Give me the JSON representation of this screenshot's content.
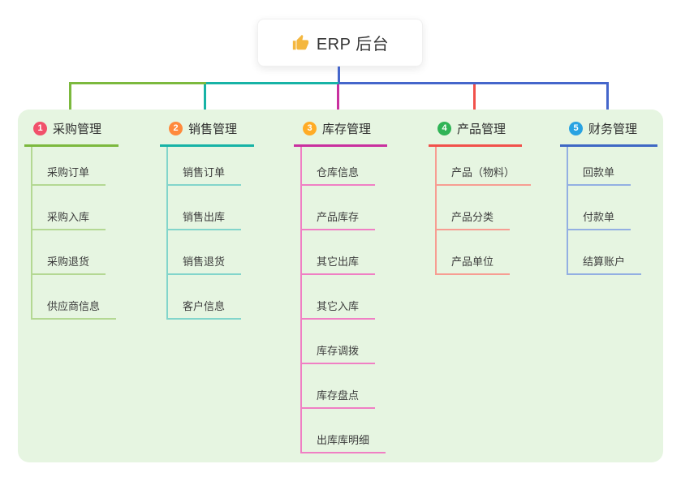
{
  "root": {
    "title": "ERP 后台",
    "icon": "thumbs-up-icon",
    "icon_color": "#f4b73f"
  },
  "colors": {
    "green": "#7cb93e",
    "teal": "#17b3a6",
    "blue": "#4566cb",
    "magenta": "#c9309f",
    "red": "#f1514b"
  },
  "branches": [
    {
      "index": "1",
      "label": "采购管理",
      "badge_color": "#f1516b",
      "line_color": "#7cb93e",
      "child_line_color": "#b4d893",
      "children": [
        "采购订单",
        "采购入库",
        "采购退货",
        "供应商信息"
      ]
    },
    {
      "index": "2",
      "label": "销售管理",
      "badge_color": "#ff8a3c",
      "line_color": "#17b3a6",
      "child_line_color": "#82d5cb",
      "children": [
        "销售订单",
        "销售出库",
        "销售退货",
        "客户信息"
      ]
    },
    {
      "index": "3",
      "label": "库存管理",
      "badge_color": "#ffac26",
      "line_color": "#c9309f",
      "child_line_color": "#f07fc4",
      "children": [
        "仓库信息",
        "产品库存",
        "其它出库",
        "其它入库",
        "库存调拨",
        "库存盘点",
        "出库库明细"
      ]
    },
    {
      "index": "4",
      "label": "产品管理",
      "badge_color": "#30b456",
      "line_color": "#f1514b",
      "child_line_color": "#f79d92",
      "children": [
        "产品（物料）",
        "产品分类",
        "产品单位"
      ]
    },
    {
      "index": "5",
      "label": "财务管理",
      "badge_color": "#29a3e2",
      "line_color": "#3f68c4",
      "child_line_color": "#93afe2",
      "children": [
        "回款单",
        "付款单",
        "结算账户"
      ]
    }
  ]
}
